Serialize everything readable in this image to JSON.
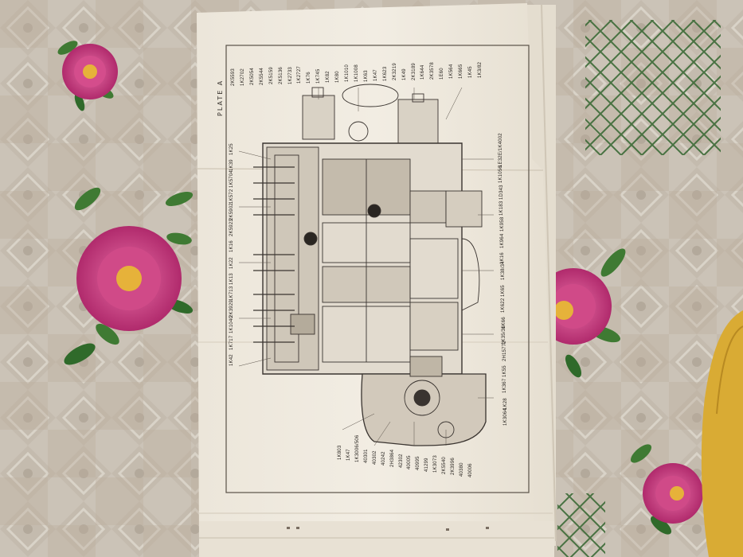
{
  "plate": {
    "title": "PLATE A",
    "labels_top": [
      "2K5593",
      "1K2702",
      "2K5054",
      "2K5544",
      "2K5159",
      "2K5136",
      "1K2733",
      "1K2727",
      "1K76",
      "1K745",
      "1K82",
      "1K80",
      "1K1010",
      "1K1008",
      "1K63",
      "1K47",
      "1K623",
      "2K3219",
      "1K49",
      "2K3189",
      "1K644",
      "2K3578",
      "1E60",
      "1K564",
      "1K665",
      "1K45",
      "1K3/82"
    ],
    "labels_left": [
      "1K25",
      "1K39",
      "1K5704",
      "1K572",
      "2K5902",
      "2K5923",
      "1K16",
      "1K22",
      "1K13",
      "1K713",
      "2K3929",
      "1K1040",
      "1K717",
      "1K42"
    ],
    "labels_right": [
      "1E32E/1K4002",
      "1K1056",
      "1D343",
      "1K183",
      "1K958",
      "1K964",
      "1K16",
      "1K38/34",
      "1K65",
      "1K622",
      "1K66",
      "1K35/36",
      "2H15772",
      "1K55",
      "1K367",
      "1K28",
      "1K3064"
    ],
    "labels_bottom": [
      "1K803",
      "1K47",
      "1K3006/506",
      "40301",
      "40302",
      "40242",
      "2H3864",
      "42302",
      "40005",
      "40995",
      "41299",
      "1K3073",
      "2K5540",
      "2K3996",
      "40380",
      "40006"
    ]
  }
}
